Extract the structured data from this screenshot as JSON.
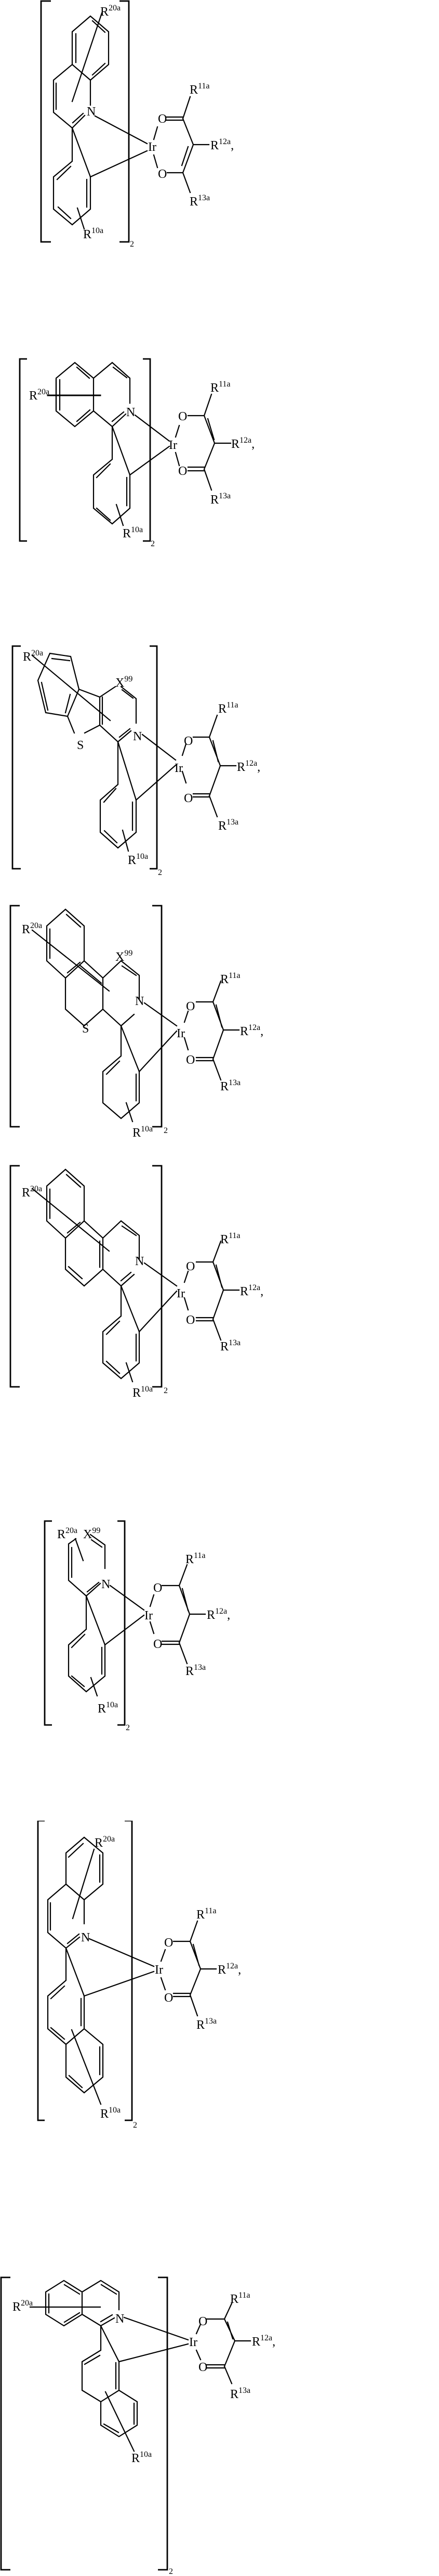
{
  "document": {
    "type": "patent chemical structure figures",
    "structures": [
      {
        "id": 1,
        "ligand": "2-phenylquinoline",
        "metal": "Ir",
        "multiplier": "2",
        "labels": {
          "r20": "20a",
          "r10": "10a",
          "r11": "11a",
          "r12": "12a",
          "r13": "13a",
          "n": "N",
          "o1": "O",
          "o2": "O",
          "ir": "Ir",
          "comma": ","
        }
      },
      {
        "id": 2,
        "ligand": "1-phenylisoquinoline",
        "metal": "Ir",
        "multiplier": "2",
        "labels": {
          "r20": "20a",
          "r10": "10a",
          "r11": "11a",
          "r12": "12a",
          "r13": "13a",
          "n": "N",
          "o1": "O",
          "o2": "O",
          "ir": "Ir",
          "comma": ","
        }
      },
      {
        "id": 3,
        "ligand": "thieno-pyridine (X99)",
        "metal": "Ir",
        "multiplier": "2",
        "labels": {
          "r20": "20a",
          "x": "X",
          "x_sup": "99",
          "s": "S",
          "r10": "10a",
          "r11": "11a",
          "r12": "12a",
          "r13": "13a",
          "n": "N",
          "o1": "O",
          "o2": "O",
          "ir": "Ir",
          "comma": ","
        }
      },
      {
        "id": 4,
        "ligand": "benzothieno-pyridine (X99)",
        "metal": "Ir",
        "multiplier": "2",
        "labels": {
          "r20": "20a",
          "x": "X",
          "x_sup": "99",
          "s": "S",
          "r10": "10a",
          "r11": "11a",
          "r12": "12a",
          "r13": "13a",
          "n": "N",
          "o1": "O",
          "o2": "O",
          "ir": "Ir",
          "comma": ","
        }
      },
      {
        "id": 5,
        "ligand": "benzo[h]isoquinoline-phenyl",
        "metal": "Ir",
        "multiplier": "2",
        "labels": {
          "r20": "20a",
          "r10": "10a",
          "r11": "11a",
          "r12": "12a",
          "r13": "13a",
          "n": "N",
          "o1": "O",
          "o2": "O",
          "ir": "Ir",
          "comma": ","
        }
      },
      {
        "id": 6,
        "ligand": "2-phenylpyridine (X99)",
        "metal": "Ir",
        "multiplier": "2",
        "labels": {
          "r20": "20a",
          "x": "X",
          "x_sup": "99",
          "r10": "10a",
          "r11": "11a",
          "r12": "12a",
          "r13": "13a",
          "n": "N",
          "o1": "O",
          "o2": "O",
          "ir": "Ir",
          "comma": ","
        }
      },
      {
        "id": 7,
        "ligand": "2-(naphthyl)quinoline",
        "metal": "Ir",
        "multiplier": "2",
        "labels": {
          "r20": "20a",
          "r10": "10a",
          "r11": "11a",
          "r12": "12a",
          "r13": "13a",
          "n": "N",
          "o1": "O",
          "o2": "O",
          "ir": "Ir",
          "comma": ","
        }
      },
      {
        "id": 8,
        "ligand": "1-(naphthyl)isoquinoline",
        "metal": "Ir",
        "multiplier": "2",
        "labels": {
          "r20": "20a",
          "r10": "10a",
          "r11": "11a",
          "r12": "12a",
          "r13": "13a",
          "n": "N",
          "o1": "O",
          "o2": "O",
          "ir": "Ir",
          "comma": ","
        }
      }
    ],
    "r_symbol": "R"
  }
}
